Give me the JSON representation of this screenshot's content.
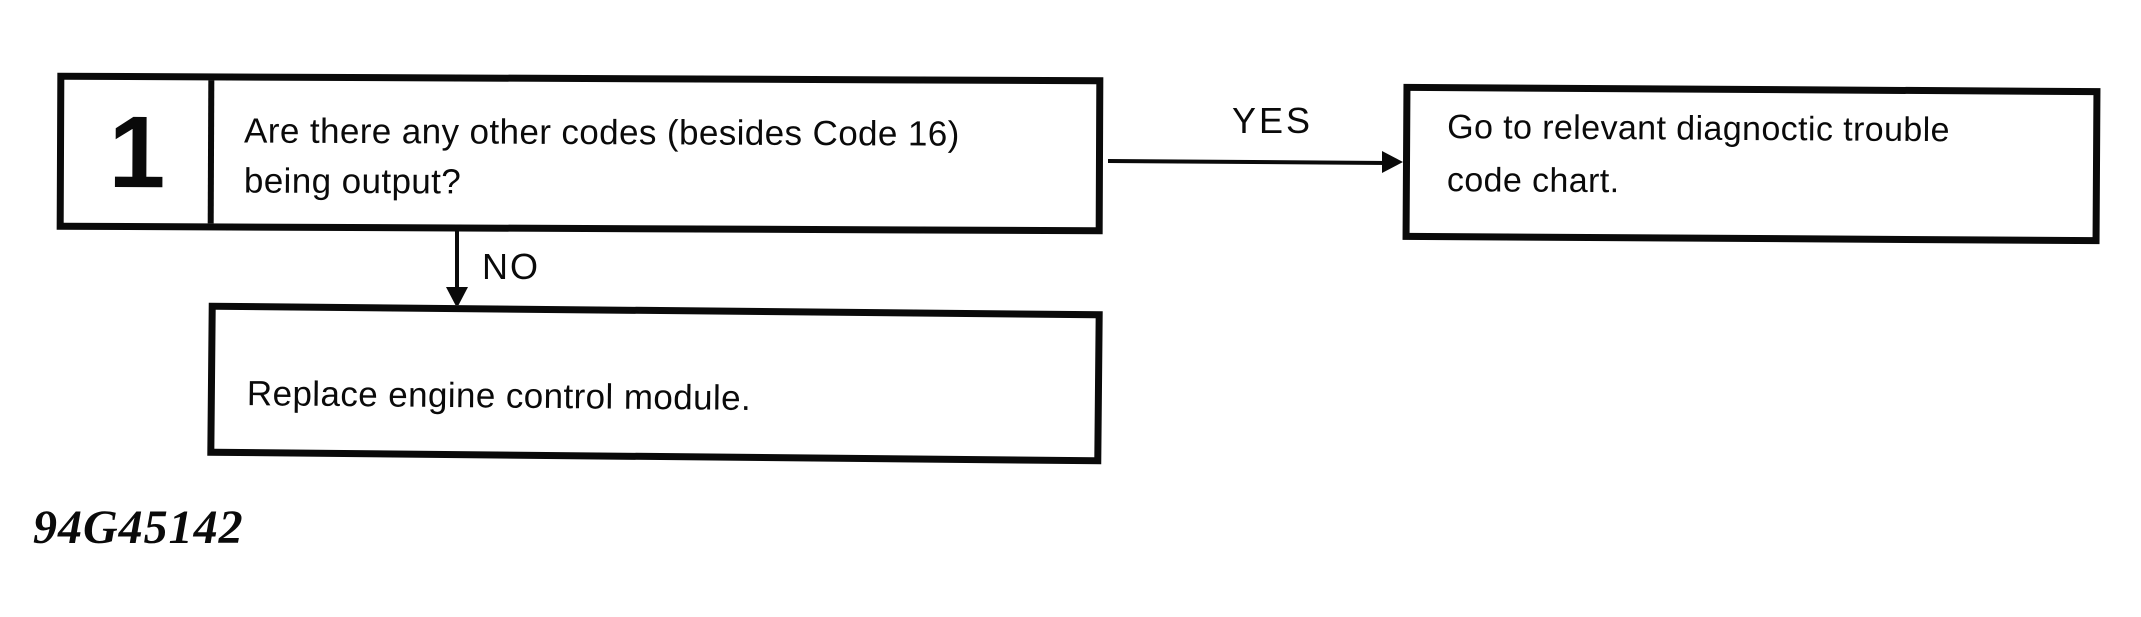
{
  "palette": {
    "ink": "#0a0a0a",
    "paper": "#ffffff"
  },
  "flowchart": {
    "step": {
      "number": "1",
      "question_lines": [
        "Are there any other codes (besides Code 16)",
        "being output?"
      ]
    },
    "yes_branch": {
      "label": "YES",
      "result_lines": [
        "Go to relevant diagnoctic trouble",
        "code chart."
      ]
    },
    "no_branch": {
      "label": "NO",
      "result_lines": [
        "Replace engine control module."
      ]
    },
    "figure_number": "94G45142"
  }
}
